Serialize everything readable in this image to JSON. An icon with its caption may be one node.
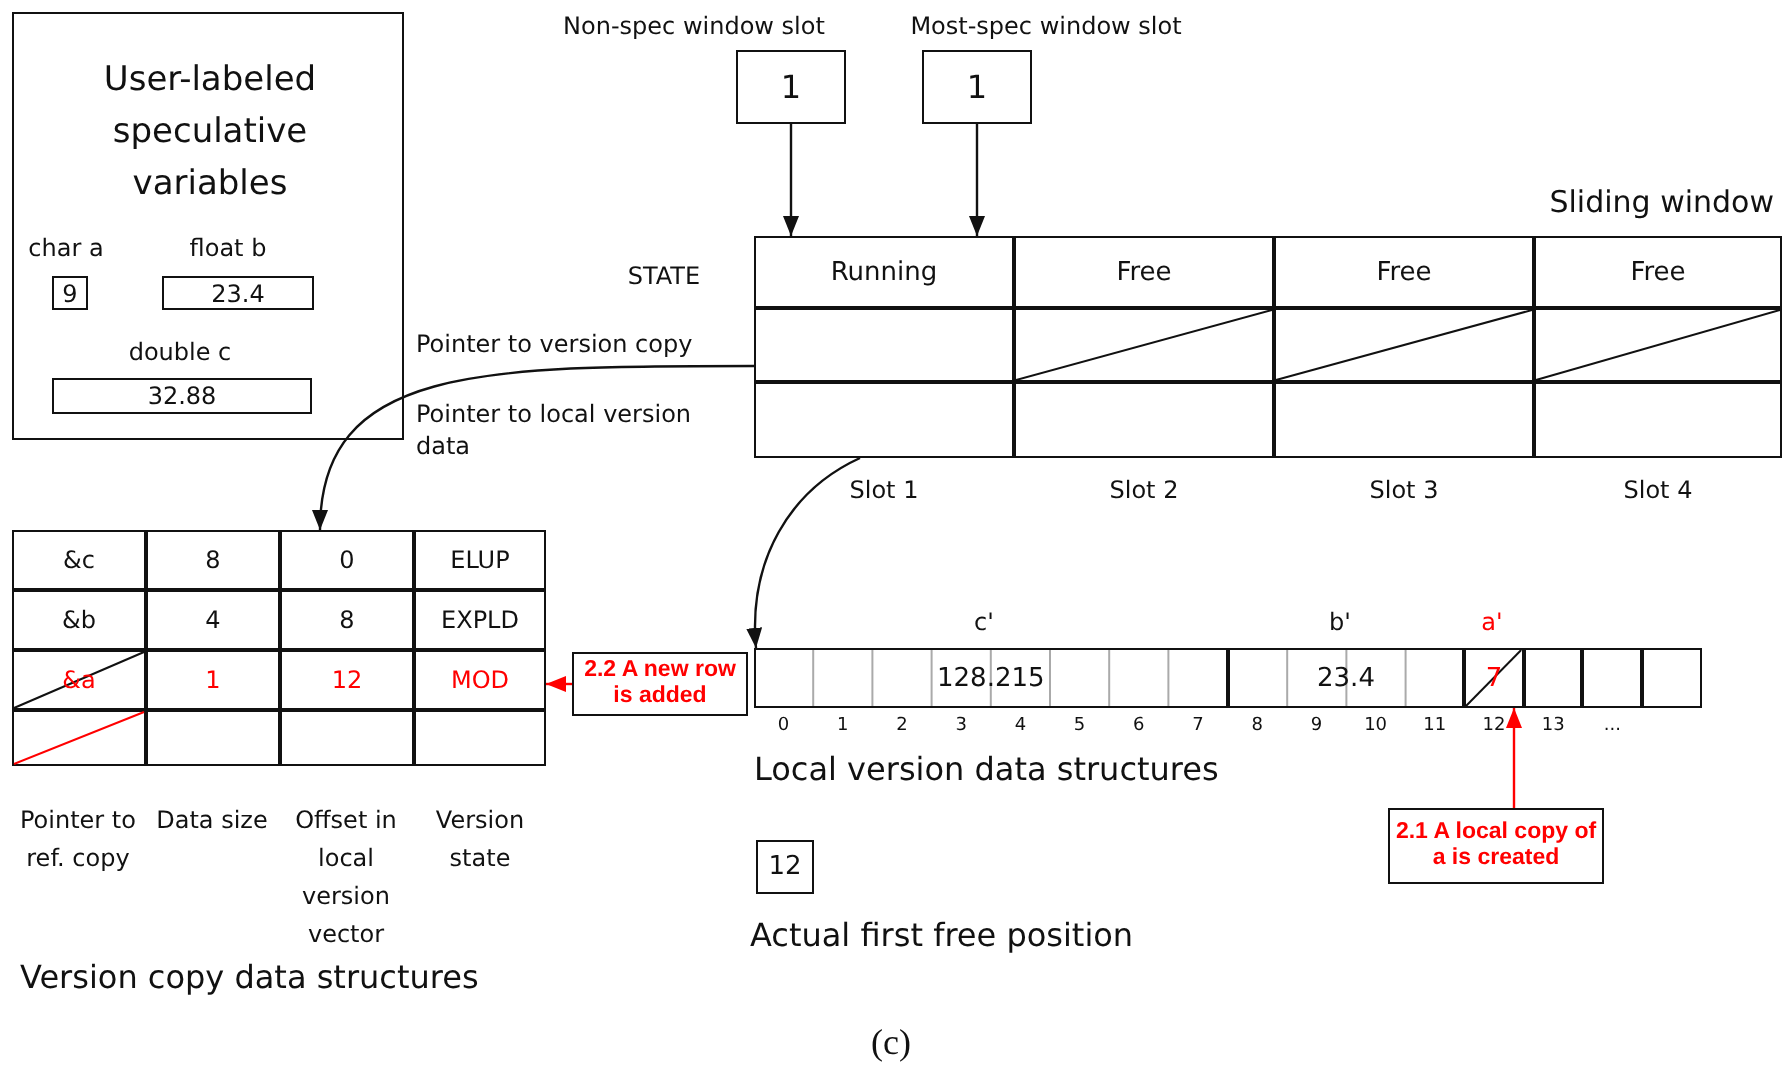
{
  "diagram": {
    "caption": "(c)",
    "nodes": [
      {
        "text": [
          "User-labeled speculative variables"
        ]
      },
      {
        "text": [
          "9"
        ],
        "beside": [
          "char a"
        ],
        "in": 0
      },
      {
        "text": [
          "23.4"
        ],
        "beside": [
          "float b"
        ],
        "in": 0
      },
      {
        "text": [
          "32.88"
        ],
        "beside": [
          "double c"
        ],
        "in": 0
      },
      {
        "text": [
          "1"
        ],
        "beside": [
          "Non-spec window slot"
        ]
      },
      {
        "text": [
          "1"
        ],
        "beside": [
          "Most-spec window slot"
        ]
      },
      {
        "text": [
          "Sliding window"
        ]
      },
      {
        "text": [
          "Running"
        ],
        "in": 6
      },
      {
        "text": [
          "Free"
        ],
        "in": 6
      },
      {
        "text": [
          "Free"
        ],
        "in": 6
      },
      {
        "text": [
          "Free"
        ],
        "in": 6
      },
      {
        "text": [],
        "shape": "box",
        "in": 6
      },
      {
        "text": [],
        "shape": "box",
        "in": 6
      },
      {
        "text": [],
        "shape": "box",
        "in": 6
      },
      {
        "text": [],
        "shape": "box",
        "in": 6
      },
      {
        "text": [],
        "shape": "box",
        "in": 6
      },
      {
        "text": [],
        "shape": "box",
        "in": 6
      },
      {
        "text": [],
        "shape": "box",
        "in": 6
      },
      {
        "text": [],
        "shape": "box",
        "in": 6
      },
      {
        "text": [
          "Version copy data structures"
        ]
      },
      {
        "text": [
          "&c"
        ],
        "in": 19
      },
      {
        "text": [
          "8"
        ],
        "in": 19
      },
      {
        "text": [
          "0"
        ],
        "in": 19
      },
      {
        "text": [
          "ELUP"
        ],
        "in": 19
      },
      {
        "text": [
          "&b"
        ],
        "in": 19
      },
      {
        "text": [
          "4"
        ],
        "in": 19
      },
      {
        "text": [
          "8"
        ],
        "in": 19
      },
      {
        "text": [
          "EXPLD"
        ],
        "in": 19
      },
      {
        "text": [
          "&a"
        ],
        "in": 19
      },
      {
        "text": [
          "1"
        ],
        "in": 19
      },
      {
        "text": [
          "12"
        ],
        "in": 19
      },
      {
        "text": [
          "MOD"
        ],
        "in": 19
      },
      {
        "text": [],
        "shape": "box",
        "in": 19
      },
      {
        "text": [],
        "shape": "box",
        "in": 19
      },
      {
        "text": [],
        "shape": "box",
        "in": 19
      },
      {
        "text": [],
        "shape": "box",
        "in": 19
      },
      {
        "text": [
          "2.2 A new row is added"
        ]
      },
      {
        "text": [
          "Local version data structures"
        ]
      },
      {
        "text": [
          "128.215"
        ],
        "beside": [
          "c'"
        ],
        "in": 37
      },
      {
        "text": [
          "23.4"
        ],
        "beside": [
          "b'"
        ],
        "in": 37
      },
      {
        "text": [
          "7"
        ],
        "beside": [
          "a'"
        ],
        "in": 37
      },
      {
        "text": [],
        "shape": "box",
        "in": 37
      },
      {
        "text": [],
        "shape": "box",
        "in": 37
      },
      {
        "text": [],
        "shape": "box",
        "in": 37
      },
      {
        "text": [
          "2.1 A local copy of a is created"
        ]
      },
      {
        "text": [
          "12"
        ],
        "beside": [
          "Actual first free position"
        ]
      }
    ],
    "edges": [
      {
        "from": 4,
        "to": 7,
        "arrow": "to"
      },
      {
        "from": 5,
        "to": 7,
        "arrow": "to"
      },
      {
        "from": 11,
        "to": 19,
        "arrow": "to"
      },
      {
        "from": 15,
        "to": 38,
        "arrow": "to"
      },
      {
        "from": 36,
        "to": 31,
        "arrow": "to",
        "color": "#ff0000"
      },
      {
        "from": 44,
        "to": 40,
        "arrow": "to",
        "color": "#ff0000"
      }
    ],
    "labels": [
      "STATE",
      "Pointer to version copy",
      "Pointer to local version data",
      "Slot 1",
      "Slot 2",
      "Slot 3",
      "Slot 4",
      "0",
      "1",
      "2",
      "3",
      "4",
      "5",
      "6",
      "7",
      "8",
      "9",
      "10",
      "11",
      "12",
      "13",
      "...",
      "Pointer to ref. copy",
      "Data size",
      "Offset in local version vector",
      "Version state"
    ]
  }
}
